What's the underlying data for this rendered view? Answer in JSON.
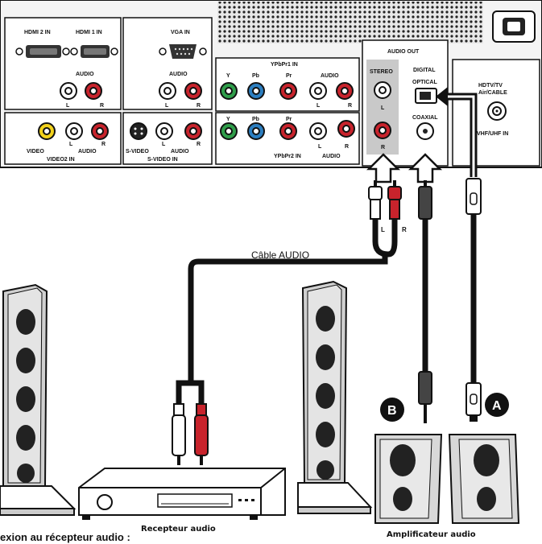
{
  "panel": {
    "hdmi2": "HDMI 2 IN",
    "hdmi1": "HDMI 1 IN",
    "vga": "VGA IN",
    "audio": "AUDIO",
    "l": "L",
    "r": "R",
    "ypbpr1": "YPbPr1 IN",
    "ypbpr2": "YPbPr2 IN",
    "y": "Y",
    "pb": "Pb",
    "pr": "Pr",
    "video": "VIDEO",
    "video2": "VIDEO2 IN",
    "svideo": "S-VIDEO",
    "svideo_in": "S-VIDEO IN",
    "audio_out": "AUDIO OUT",
    "stereo": "STEREO",
    "digital": "DIGITAL",
    "optical": "OPTICAL",
    "coaxial": "COAXIAL",
    "hdtv1": "HDTV/TV",
    "hdtv2": "Air/CABLE",
    "vhf": "VHF/UHF IN"
  },
  "labels": {
    "cable": "Câble AUDIO",
    "plug_l": "L",
    "plug_r": "R",
    "badge_a": "A",
    "badge_b": "B",
    "receiver": "Recepteur audio",
    "amplifier": "Amplificateur audio",
    "bottom_caption": "exion au récepteur audio :"
  },
  "colors": {
    "red_jack": "#c8232c",
    "white_jack": "#ffffff",
    "yellow_jack": "#f2d21c",
    "green_jack": "#2f9e4a",
    "blue_jack": "#2c7fc1",
    "highlight": "#c9c9c9"
  }
}
